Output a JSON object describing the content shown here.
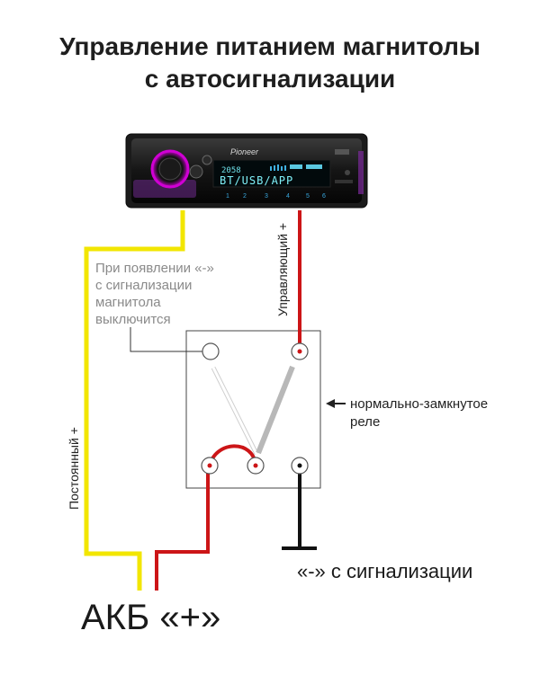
{
  "title_line1": "Управление питанием магнитолы",
  "title_line2": "с автосигнализации",
  "radio": {
    "brand": "Pioneer",
    "display_top": "2058",
    "display_main": "BT/USB/APP",
    "preset_numbers": [
      "1",
      "2",
      "3",
      "4",
      "5",
      "6"
    ]
  },
  "labels": {
    "control_plus": "Управляющий +",
    "constant_plus": "Постоянный +",
    "note_line1": "При появлении «-»",
    "note_line2": "с сигнализации",
    "note_line3": "магнитола",
    "note_line4": "выключится",
    "relay_line1": "нормально-замкнутое",
    "relay_line2": "реле",
    "minus_from_alarm": "«-» с сигнализации",
    "battery": "АКБ «+»"
  },
  "colors": {
    "yellow_wire": "#f2e600",
    "red_wire": "#cc1517",
    "black_wire": "#111111",
    "relay_border": "#444444",
    "note_gray": "#8a8a8a"
  }
}
